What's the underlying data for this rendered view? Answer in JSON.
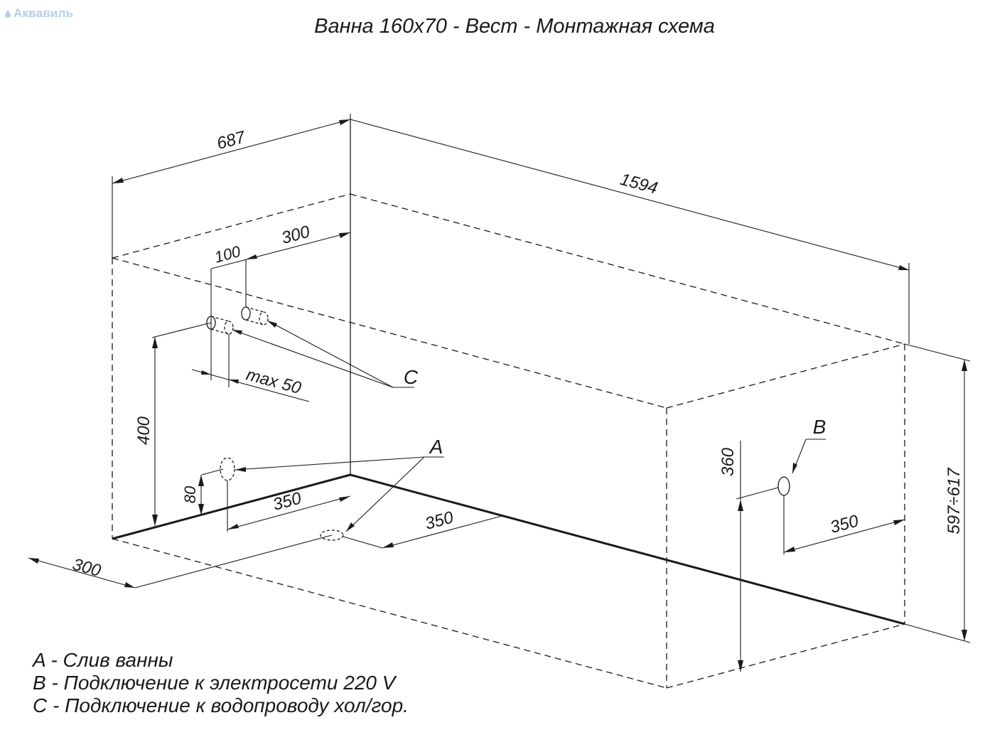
{
  "watermark": {
    "text": "Аквавиль"
  },
  "title": "Ванна 160x70 - Вест - Монтажная схема",
  "dimensions": {
    "width": "687",
    "length": "1594",
    "height": "597÷617",
    "c_offset_300": "300",
    "c_spacing_100": "100",
    "c_max": "max  50",
    "c_height_400": "400",
    "a_height_80": "80",
    "a_offset_350_top": "350",
    "floor_350_mid": "350",
    "floor_300": "300",
    "b_height_360": "360",
    "b_offset_350": "350"
  },
  "markers": {
    "a": "A",
    "b": "B",
    "c": "C"
  },
  "legend": [
    {
      "text": "A - Слив ванны"
    },
    {
      "text": "B - Подключение к электросети 220 V"
    },
    {
      "text": "C - Подключение к водопроводу хол/гор."
    }
  ]
}
